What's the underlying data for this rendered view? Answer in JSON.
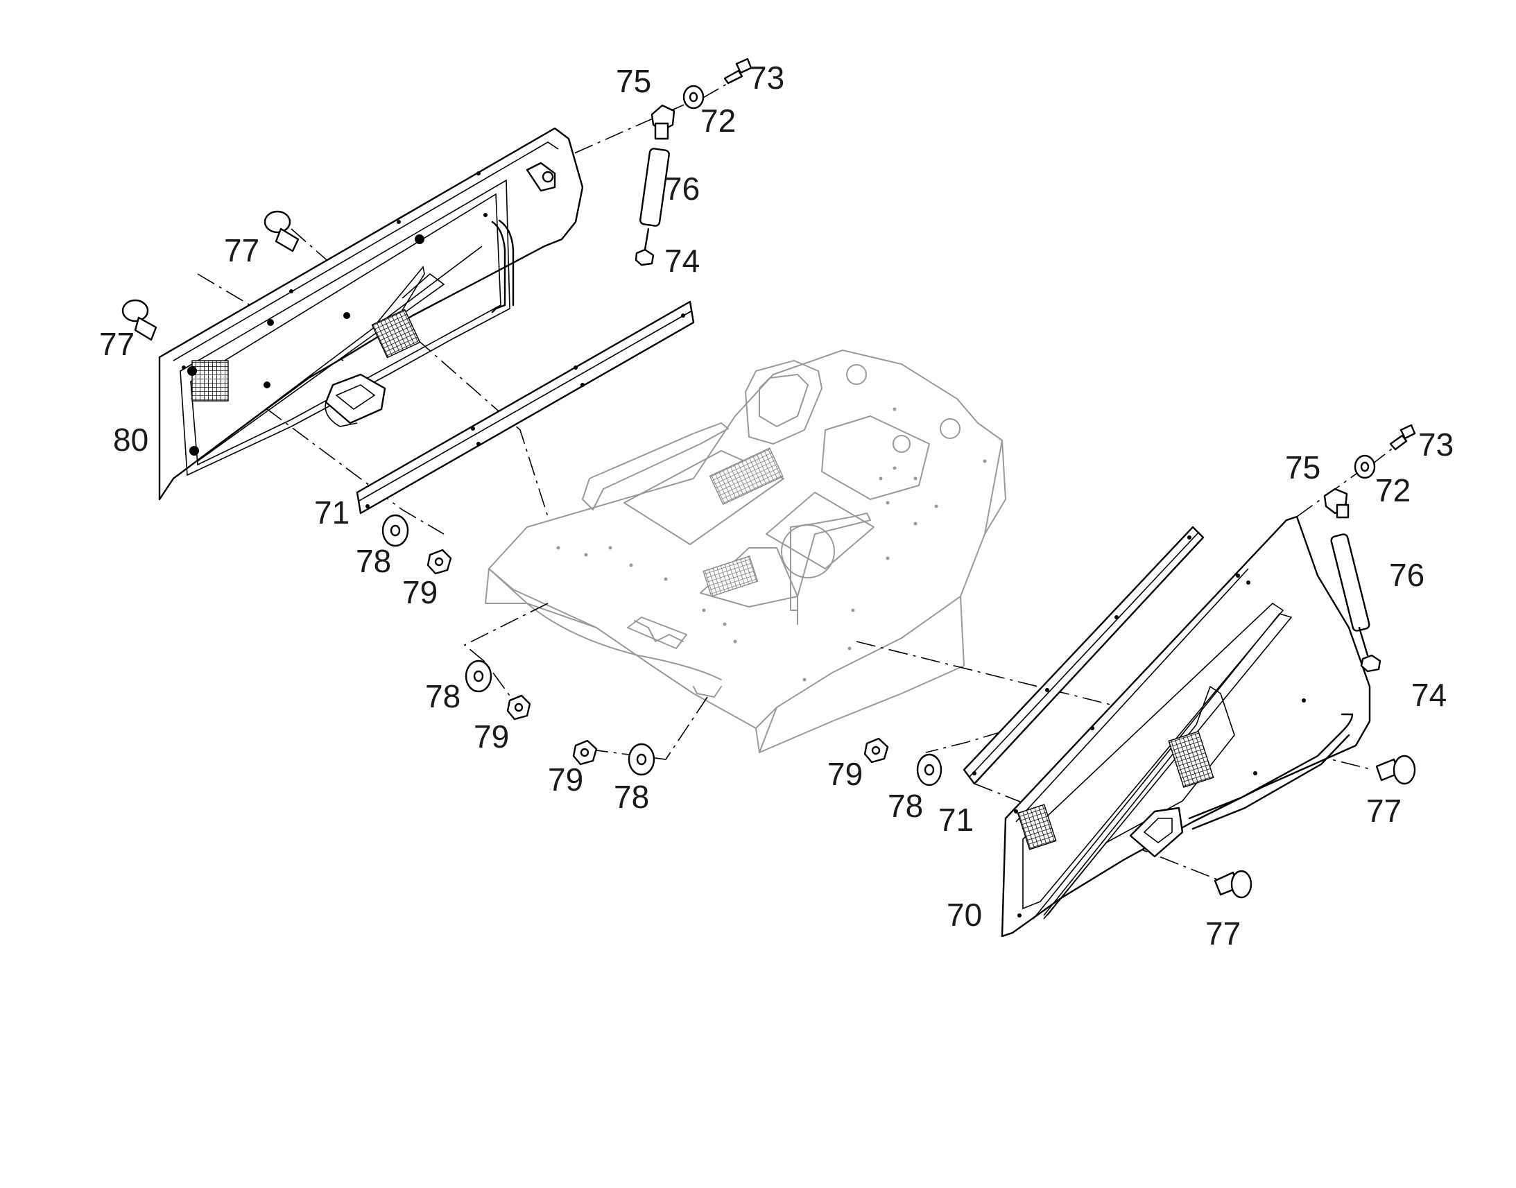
{
  "callouts": {
    "l70": "70",
    "l71a": "71",
    "l71b": "71",
    "l72a": "72",
    "l72b": "72",
    "l73a": "73",
    "l73b": "73",
    "l74a": "74",
    "l74b": "74",
    "l75a": "75",
    "l75b": "75",
    "l76a": "76",
    "l76b": "76",
    "l77a": "77",
    "l77b": "77",
    "l77c": "77",
    "l77d": "77",
    "l78a": "78",
    "l78b": "78",
    "l78c": "78",
    "l78d": "78",
    "l79a": "79",
    "l79b": "79",
    "l79c": "79",
    "l79d": "79",
    "l80": "80"
  }
}
